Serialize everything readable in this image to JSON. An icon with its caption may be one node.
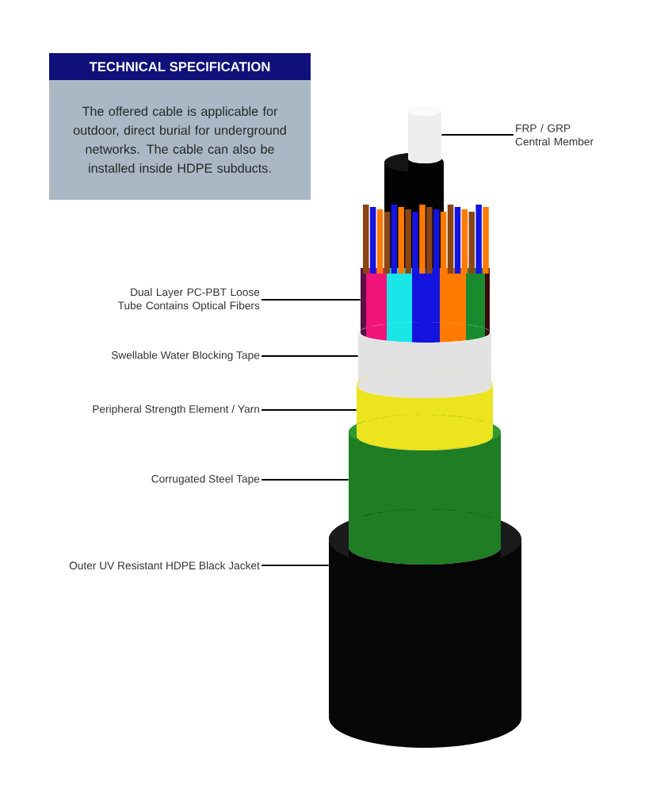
{
  "diagram": {
    "nodes": [
      {
        "text": [
          "TECHNICAL SPECIFICATION",
          "The offered cable is applicable for outdoor, direct burial for underground networks. The cable can also be installed inside HDPE subducts."
        ]
      },
      {
        "text": [
          "FRP / GRP Central Member"
        ]
      },
      {
        "text": [],
        "shape": "cylinder"
      },
      {
        "text": [
          "Dual Layer PC-PBT Loose Tube Contains Optical Fibers"
        ]
      },
      {
        "text": [],
        "shape": "cylinder"
      },
      {
        "text": [
          "Swellable Water Blocking Tape"
        ]
      },
      {
        "text": [],
        "shape": "cylinder"
      },
      {
        "text": [
          "Peripheral Strength Element / Yarn"
        ]
      },
      {
        "text": [],
        "shape": "cylinder"
      },
      {
        "text": [
          "Corrugated Steel Tape"
        ]
      },
      {
        "text": [],
        "shape": "cylinder"
      },
      {
        "text": [
          "Outer UV Resistant HDPE Black Jacket"
        ]
      },
      {
        "text": [],
        "shape": "cylinder"
      }
    ],
    "edges": [
      {
        "from": 1,
        "to": 2,
        "arrow": "none"
      },
      {
        "from": 3,
        "to": 4,
        "arrow": "none"
      },
      {
        "from": 5,
        "to": 6,
        "arrow": "none"
      },
      {
        "from": 7,
        "to": 8,
        "arrow": "none"
      },
      {
        "from": 9,
        "to": 10,
        "arrow": "none"
      },
      {
        "from": 11,
        "to": 12,
        "arrow": "none"
      }
    ]
  }
}
